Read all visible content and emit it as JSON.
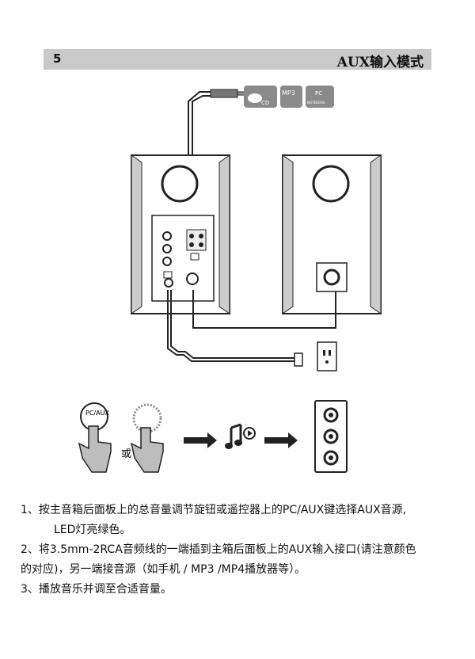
{
  "header": {
    "page_number": "5",
    "title": "AUX输入模式"
  },
  "figure": {
    "source_labels": {
      "cd": "CD",
      "mp3": "MP3",
      "pc": "PC",
      "notebook": "NOTEBOOK"
    },
    "remote_labels": {
      "pc_aux": "PC/AUX"
    },
    "or_label": "或"
  },
  "instructions": [
    "1、按主音箱后面板上的总音量调节旋钮或遥控器上的PC/AUX键选择AUX音源,",
    "LED灯亮绿色。",
    "2、将3.5mm-2RCA音频线的一端插到主箱后面板上的AUX输入接口(请注意颜色",
    "的对应)，另一端接音源（如手机 / MP3 /MP4播放器等）。",
    "3、播放音乐并调至合适音量。"
  ]
}
